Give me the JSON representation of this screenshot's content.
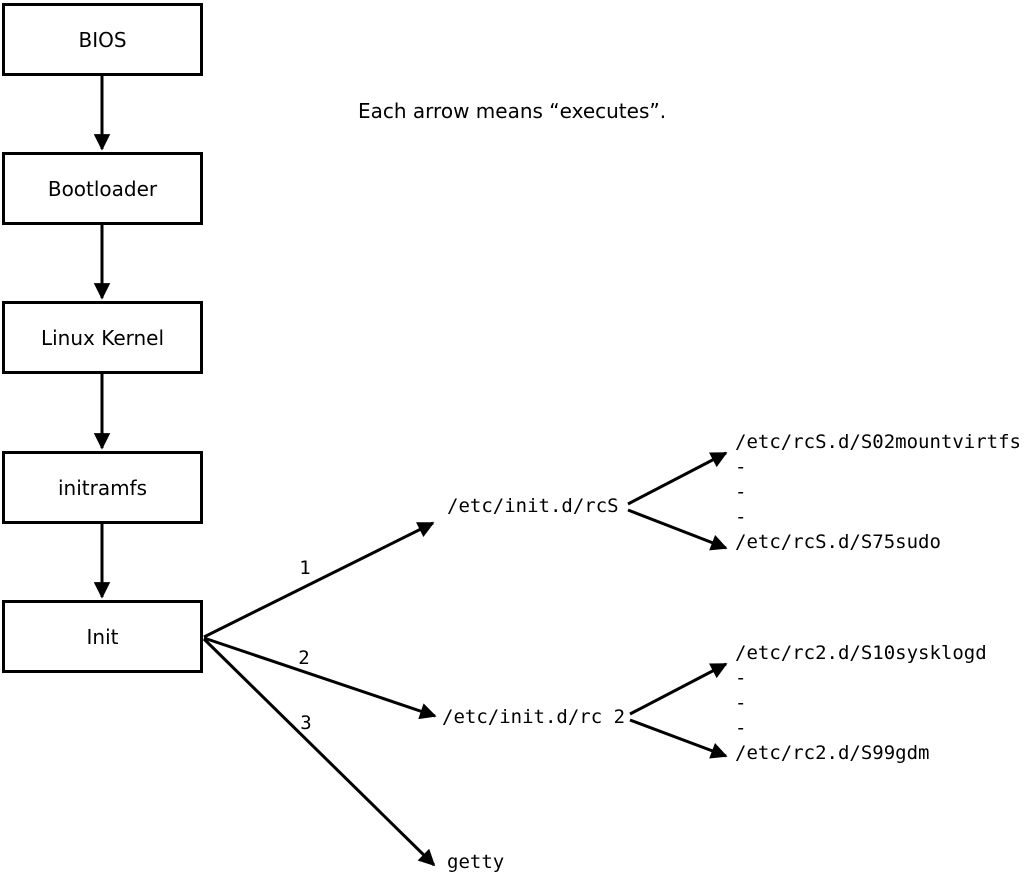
{
  "caption": "Each arrow means “executes”.",
  "boxes": [
    {
      "label": "BIOS"
    },
    {
      "label": "Bootloader"
    },
    {
      "label": "Linux Kernel"
    },
    {
      "label": "initramfs"
    },
    {
      "label": "Init"
    }
  ],
  "branches": {
    "rcS": {
      "number": "1",
      "label": "/etc/init.d/rcS",
      "children": [
        "/etc/rcS.d/S02mountvirtfs",
        "-",
        "-",
        "-",
        "/etc/rcS.d/S75sudo"
      ]
    },
    "rc2": {
      "number": "2",
      "label": "/etc/init.d/rc 2",
      "children": [
        "/etc/rc2.d/S10sysklogd",
        "-",
        "-",
        "-",
        "/etc/rc2.d/S99gdm"
      ]
    },
    "getty": {
      "number": "3",
      "label": "getty"
    }
  },
  "colors": {
    "line": "#000000",
    "background": "#ffffff"
  }
}
